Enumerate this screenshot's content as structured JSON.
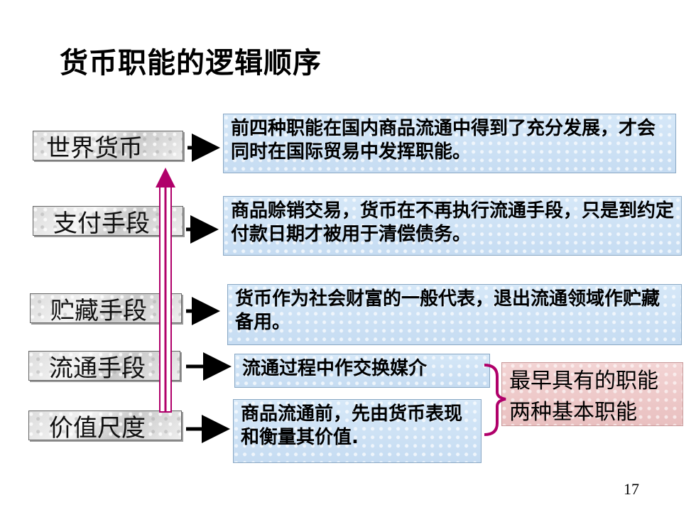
{
  "title": "货币职能的逻辑顺序",
  "stages": [
    {
      "label": "世界货币",
      "description": "前四种职能在国内商品流通中得到了充分发展，才会同时在国际贸易中发挥职能。"
    },
    {
      "label": "支付手段",
      "description": "商品赊销交易，货币在不再执行流通手段，只是到约定付款日期才被用于清偿债务。"
    },
    {
      "label": "贮藏手段",
      "description": "货币作为社会财富的一般代表，退出流通领域作贮藏备用。"
    },
    {
      "label": "流通手段",
      "description": "流通过程中作交换媒介"
    },
    {
      "label": "价值尺度",
      "description": "商品流通前，先由货币表现和衡量其价值."
    }
  ],
  "basic_functions": {
    "line1": "最早具有的职能",
    "line2": "两种基本职能"
  },
  "page_number": "17",
  "colors": {
    "stage_bg": "#dcdcdc",
    "desc_bg": "#d6e8f8",
    "pink_bg": "#f3d4d4",
    "vertical_arrow": "#b0006a"
  }
}
